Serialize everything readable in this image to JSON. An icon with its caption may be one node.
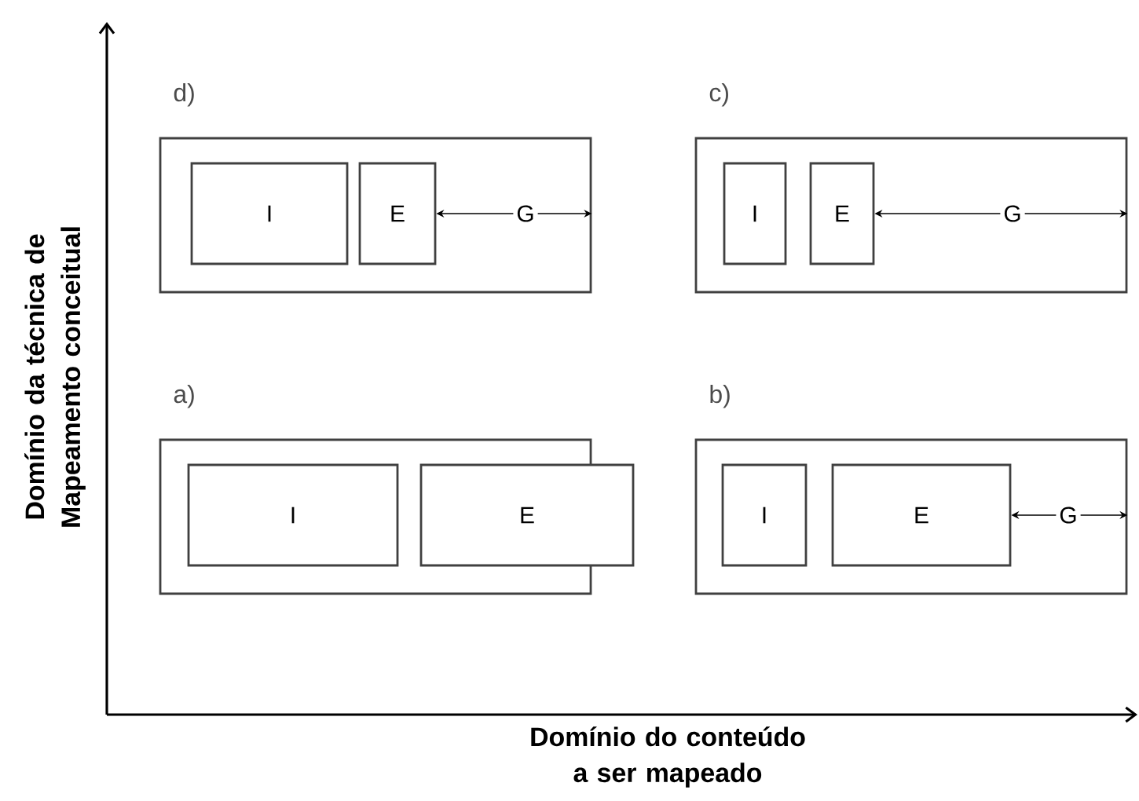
{
  "diagram": {
    "nodes": [
      {
        "text": [
          "d)"
        ]
      },
      {
        "text": [
          "I"
        ],
        "in": 0
      },
      {
        "text": [
          "E"
        ],
        "in": 0
      },
      {
        "text": [
          "c)"
        ]
      },
      {
        "text": [
          "I"
        ],
        "in": 3
      },
      {
        "text": [
          "E"
        ],
        "in": 3
      },
      {
        "text": [
          "a)"
        ]
      },
      {
        "text": [
          "I"
        ],
        "in": 6
      },
      {
        "text": [
          "E"
        ]
      },
      {
        "text": [
          "b)"
        ]
      },
      {
        "text": [
          "I"
        ],
        "in": 9
      },
      {
        "text": [
          "E"
        ],
        "in": 9
      }
    ],
    "edges": [
      {
        "from": 2,
        "to": 0,
        "arrow": "both",
        "label": "G"
      },
      {
        "from": 5,
        "to": 3,
        "arrow": "both",
        "label": "G"
      },
      {
        "from": 11,
        "to": 9,
        "arrow": "both",
        "label": "G"
      }
    ],
    "labels": [
      "Domínio da técnica de Mapeamento conceitual",
      "Domínio do conteúdo a ser mapeado"
    ]
  }
}
